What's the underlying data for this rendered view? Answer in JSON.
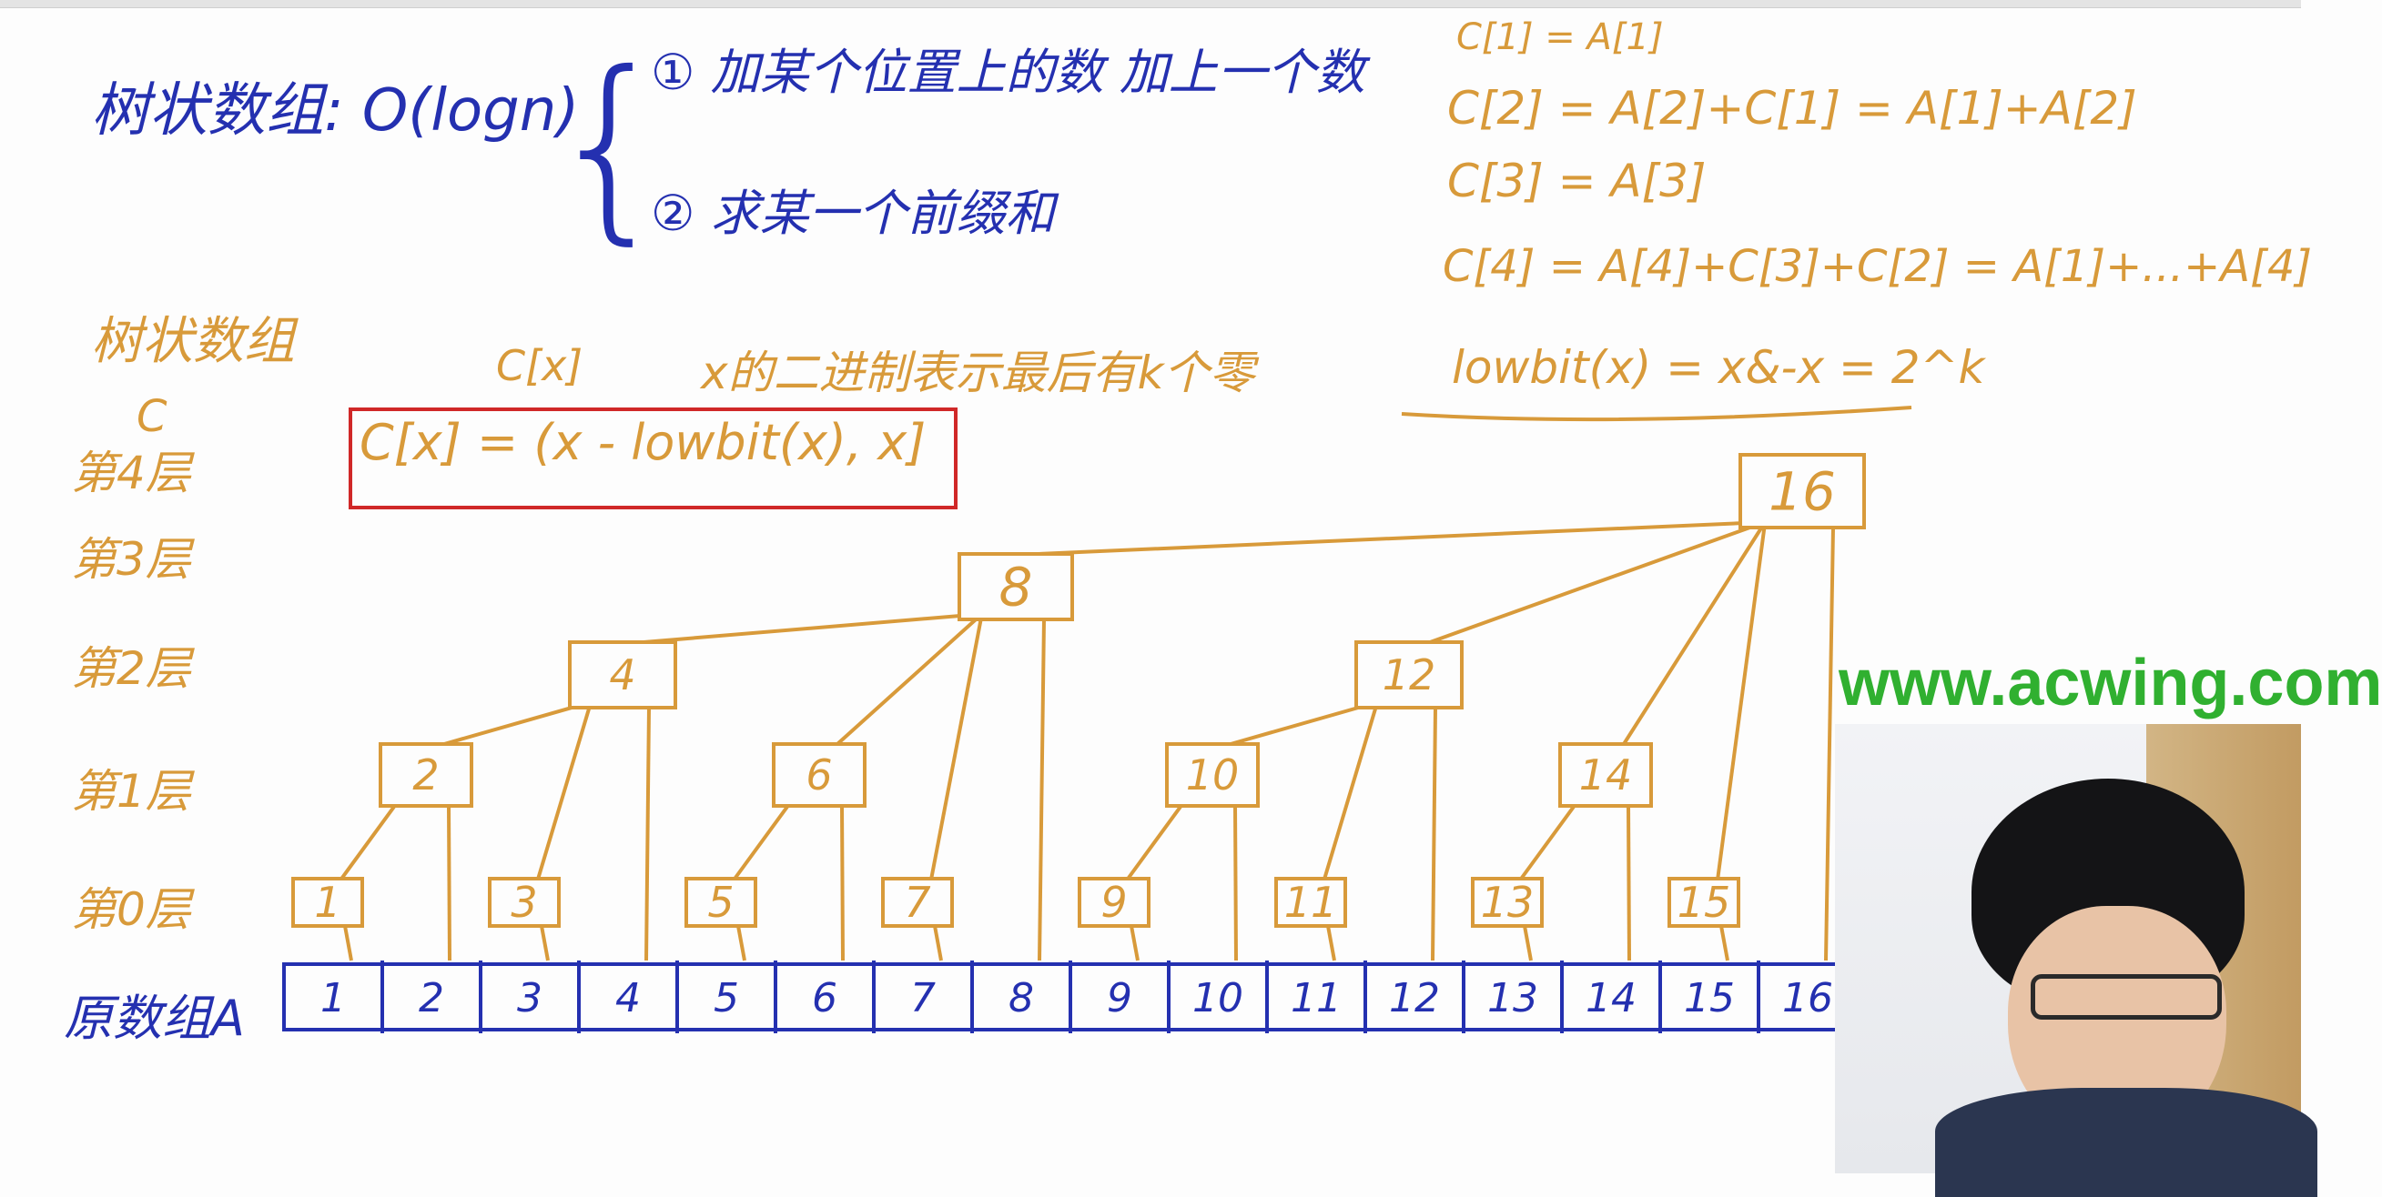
{
  "header": {
    "title": "树状数组: O(logn)",
    "op1": "① 加某个位置上的数 加上一个数",
    "op2": "② 求某一个前缀和"
  },
  "formulas": [
    "C[1] = A[1]",
    "C[2] = A[2]+C[1] = A[1]+A[2]",
    "C[3] = A[3]",
    "C[4] = A[4]+C[3]+C[2] = A[1]+...+A[4]"
  ],
  "definition": {
    "section_title": "树状数组",
    "cx_label": "C[x]",
    "binary_note": "x的二进制表示最后有k个零",
    "lowbit": "lowbit(x) = x&-x = 2^k",
    "layer_c": "C",
    "range": "C[x] = (x - lowbit(x), x]"
  },
  "layers": [
    "第4层",
    "第3层",
    "第2层",
    "第1层",
    "第0层"
  ],
  "array_label": "原数组A",
  "array_cells": [
    "1",
    "2",
    "3",
    "4",
    "5",
    "6",
    "7",
    "8",
    "9",
    "10",
    "11",
    "12",
    "13",
    "14",
    "15",
    "16"
  ],
  "tree_nodes": [
    "1",
    "2",
    "3",
    "4",
    "5",
    "6",
    "7",
    "8",
    "9",
    "10",
    "11",
    "12",
    "13",
    "14",
    "15",
    "16"
  ],
  "watermark": "www.acwing.com",
  "colors": {
    "blue": "#2430b0",
    "orange": "#d89a3a",
    "red": "#d02828",
    "watermark": "#30b030"
  }
}
